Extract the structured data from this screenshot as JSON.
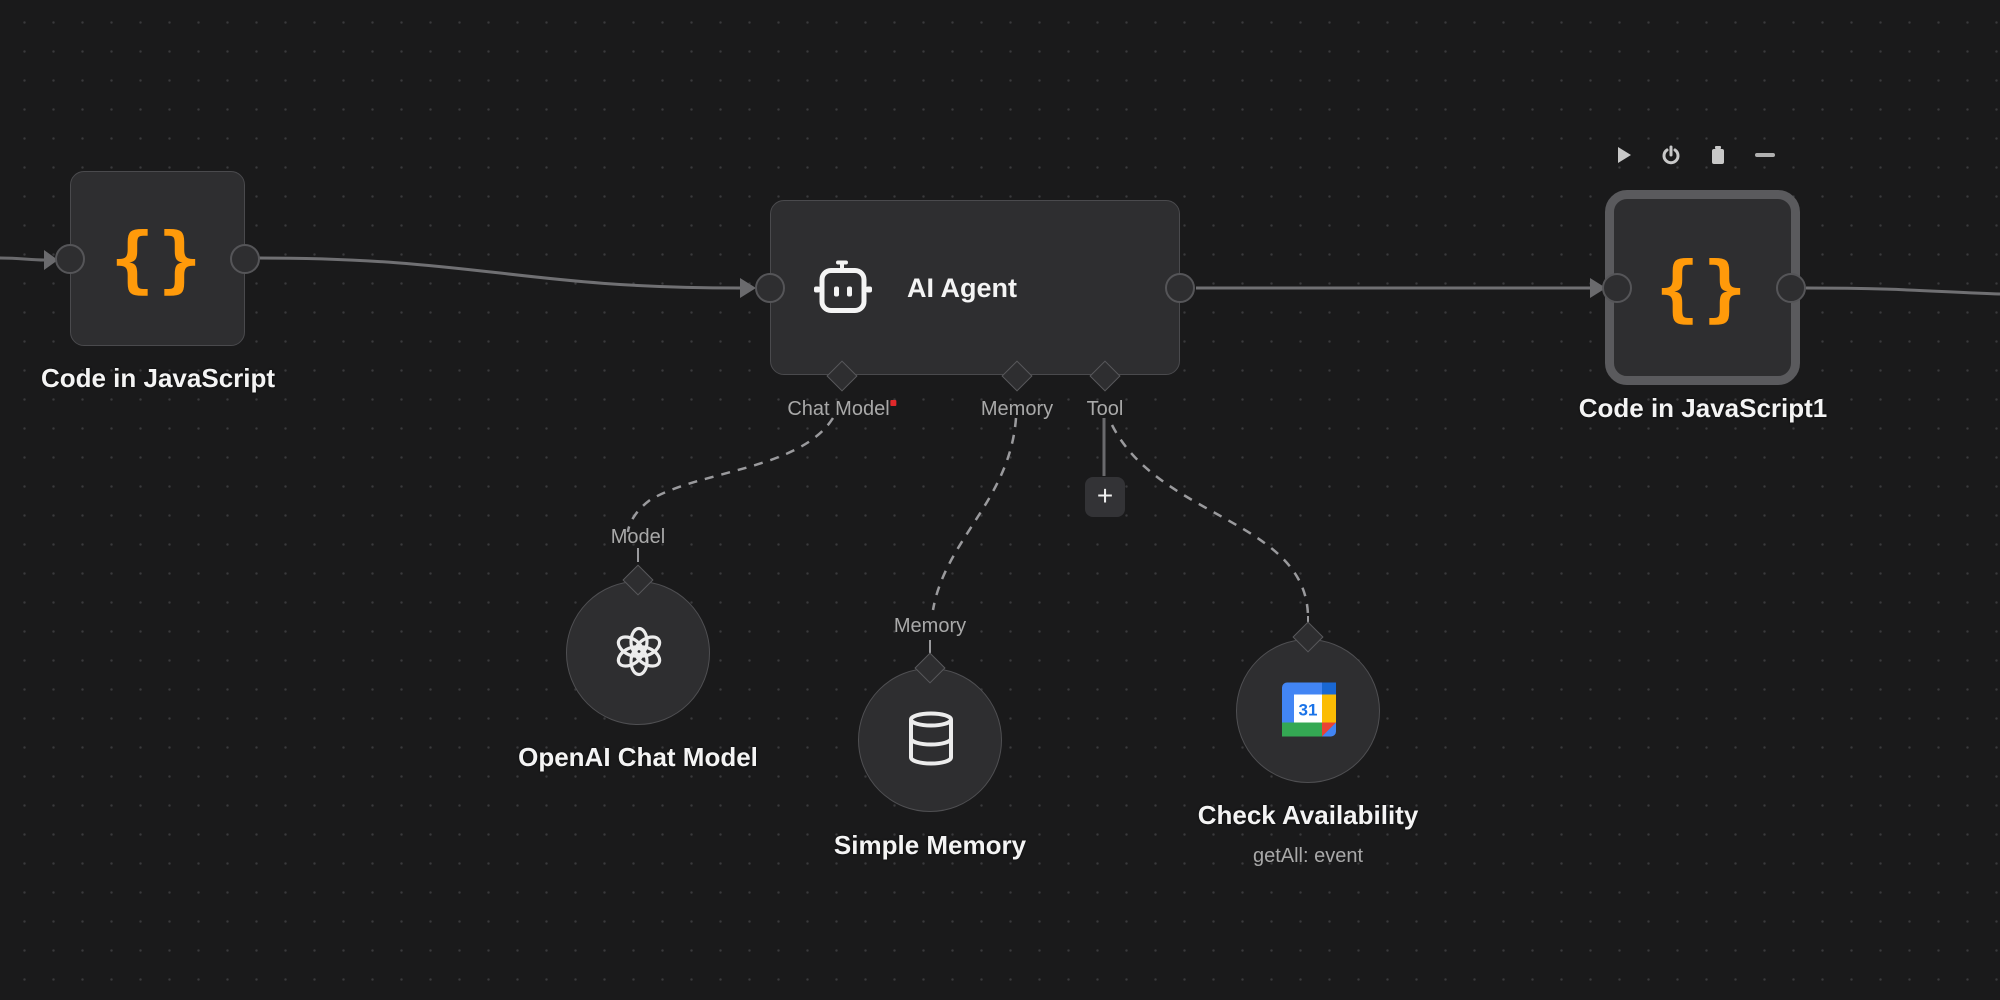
{
  "canvas": {
    "background": "#1a1a1b",
    "accent_code_color": "#ff9a0a"
  },
  "nodes": {
    "code1": {
      "label": "Code in JavaScript",
      "icon": "curly-braces-icon",
      "glyph": "{}"
    },
    "agent": {
      "label": "AI Agent",
      "icon": "robot-icon",
      "ports": {
        "chat_model": "Chat Model",
        "memory": "Memory",
        "tool": "Tool"
      }
    },
    "code2": {
      "label": "Code in JavaScript1",
      "icon": "curly-braces-icon",
      "glyph": "{}"
    },
    "openai": {
      "label": "OpenAI Chat Model",
      "port_label": "Model",
      "icon": "openai-icon"
    },
    "memory": {
      "label": "Simple Memory",
      "port_label": "Memory",
      "icon": "database-icon"
    },
    "calendar": {
      "label": "Check Availability",
      "sublabel": "getAll: event",
      "icon": "google-calendar-icon",
      "day": "31"
    }
  },
  "node_toolbar": {
    "items": [
      {
        "name": "execute-step",
        "icon": "play-icon"
      },
      {
        "name": "deactivate",
        "icon": "power-icon"
      },
      {
        "name": "delete",
        "icon": "trash-icon"
      },
      {
        "name": "more",
        "icon": "ellipsis-icon"
      }
    ]
  },
  "add_tool_button": {
    "label": "+"
  }
}
